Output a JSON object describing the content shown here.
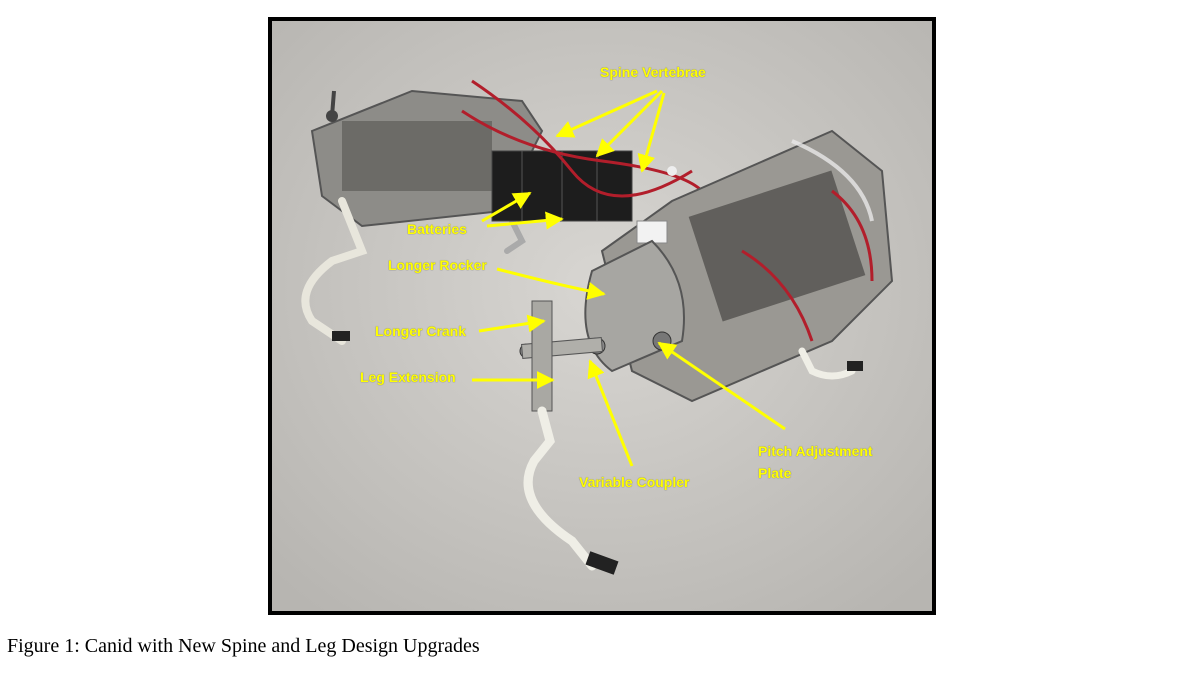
{
  "figure": {
    "caption": "Figure 1: Canid with New Spine and Leg Design Upgrades",
    "labels": {
      "spine_vertebrae": "Spine Vertebrae",
      "batteries": "Batteries",
      "longer_rocker": "Longer Rocker",
      "longer_crank": "Longer Crank",
      "leg_extension": "Leg Extension",
      "variable_coupler": "Variable Coupler",
      "pitch_adjustment_line1": "Pitch Adjustment",
      "pitch_adjustment_line2": "Plate"
    },
    "colors": {
      "label_yellow": "#ffff00",
      "background_gray": "#c9c7c3",
      "frame_black": "#000000"
    }
  }
}
